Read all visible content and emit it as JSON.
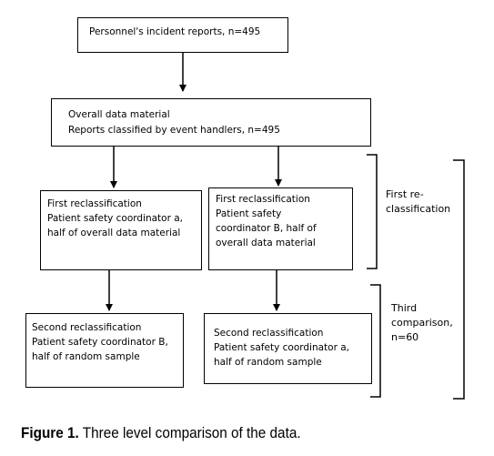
{
  "boxes": {
    "personnel": {
      "lines": [
        "Personnel's incident reports, n=495"
      ]
    },
    "overall": {
      "lines": [
        "Overall data material",
        "Reports classified by event handlers, n=495"
      ]
    },
    "first_a": {
      "lines": [
        "First reclassification",
        "Patient safety coordinator a,",
        "half of overall data material"
      ]
    },
    "first_b": {
      "lines": [
        "First reclassification",
        "Patient safety",
        "coordinator B, half of",
        "overall data material"
      ]
    },
    "second_b": {
      "lines": [
        "Second reclassification",
        "Patient safety coordinator B,",
        "half of random sample"
      ]
    },
    "second_a": {
      "lines": [
        "Second reclassification",
        "Patient safety coordinator a,",
        "half of random sample"
      ]
    }
  },
  "brackets": {
    "first": {
      "lines": [
        "First re-",
        "classification"
      ]
    },
    "third": {
      "lines": [
        "Third",
        "comparison,",
        "n=60"
      ]
    }
  },
  "caption": {
    "label": "Figure 1.",
    "text": " Three level comparison of the data."
  }
}
